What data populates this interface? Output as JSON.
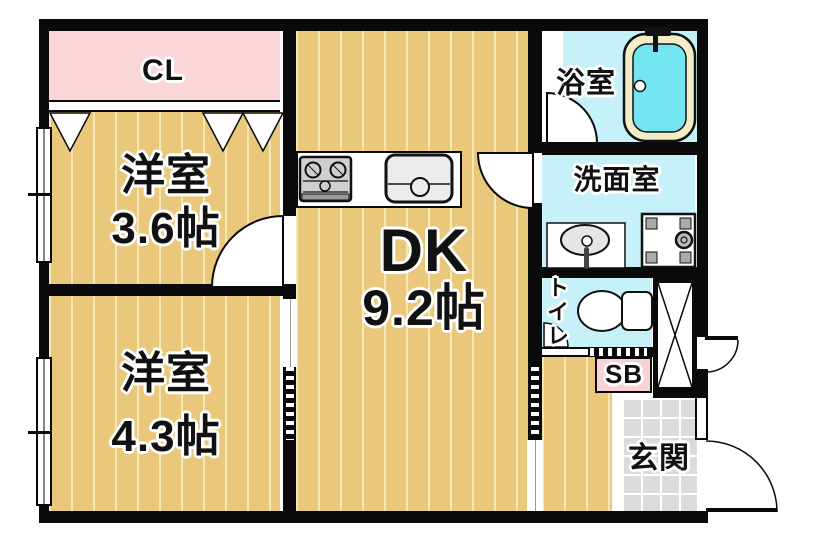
{
  "plan_type": "apartment-floor-plan",
  "rooms": {
    "closet": {
      "label": "CL"
    },
    "western_room_1": {
      "name": "洋室",
      "size": "3.6帖"
    },
    "western_room_2": {
      "name": "洋室",
      "size": "4.3帖"
    },
    "dining_kitchen": {
      "name": "DK",
      "size": "9.2帖"
    },
    "bathroom": {
      "label": "浴室"
    },
    "washroom": {
      "label": "洗面室"
    },
    "toilet": {
      "label": "トイレ"
    },
    "shoe_box": {
      "label": "SB"
    },
    "entrance": {
      "label": "玄関"
    }
  },
  "fixtures": {
    "kitchen": [
      "gas-stove",
      "sink"
    ],
    "bathroom": [
      "bathtub",
      "faucet"
    ],
    "washroom": [
      "washbasin",
      "washing-machine-pan"
    ],
    "toilet": [
      "toilet-bowl"
    ],
    "utility": [
      "pipe-space"
    ]
  },
  "colors": {
    "floor_wood": "#e9c87c",
    "floor_stripe": "#f7e7b6",
    "closet_pink": "#fbd6d9",
    "wet_area_cyan": "#c6f1f8",
    "bathtub_water": "#73e6f1",
    "bathtub_shell": "#f1edc6",
    "entrance_tile": "#dbdbdb",
    "wall": "#0a0a0a"
  }
}
